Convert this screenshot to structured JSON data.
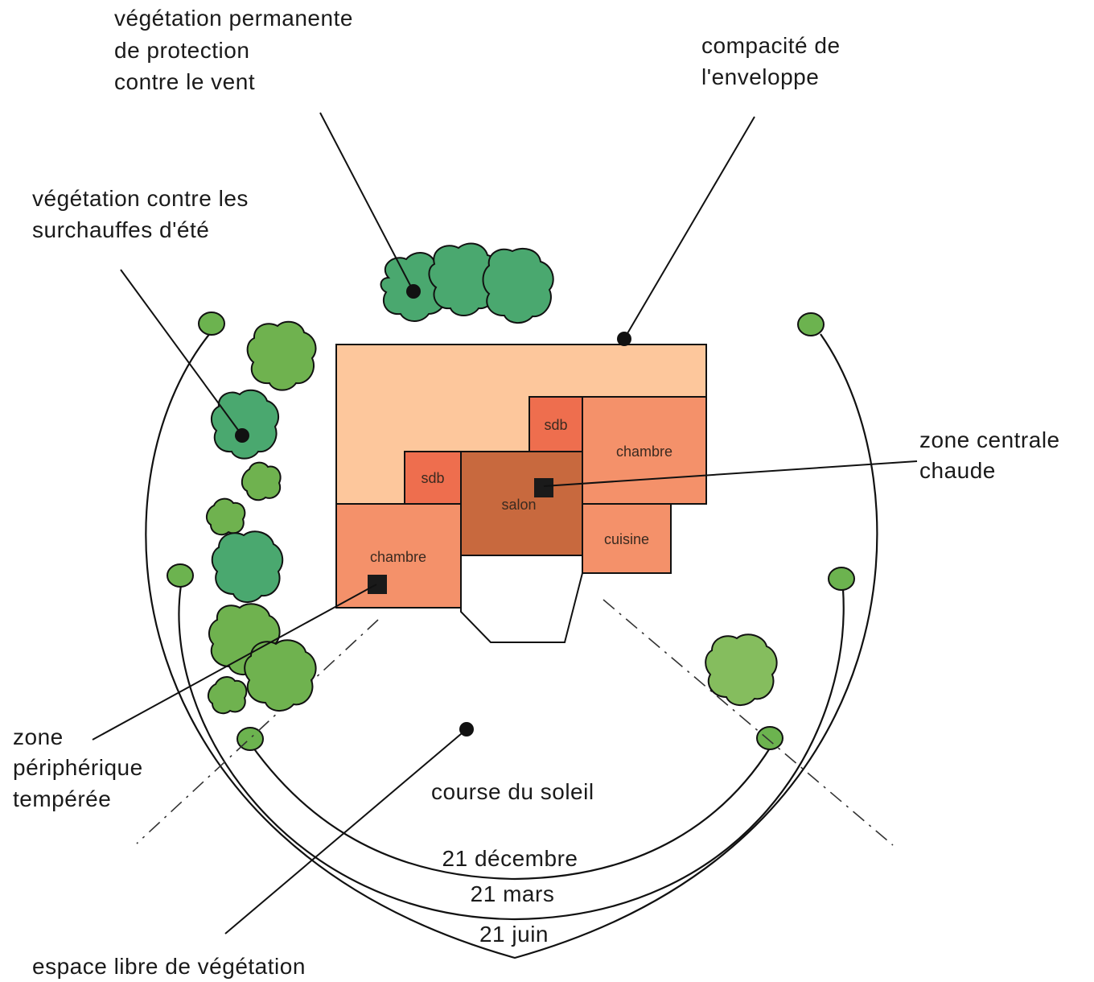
{
  "labels": {
    "vegetation_permanente": [
      "végétation permanente",
      "de protection",
      "contre le vent"
    ],
    "compacite": [
      "compacité de",
      "l'enveloppe"
    ],
    "vegetation_ete": [
      "végétation contre les",
      "surchauffes d'été"
    ],
    "zone_centrale": [
      "zone centrale",
      "chaude"
    ],
    "zone_peripherique": [
      "zone",
      "périphérique",
      "tempérée"
    ],
    "course_soleil": "course du soleil",
    "espace_libre": "espace libre de végétation",
    "sun_paths": [
      "21 décembre",
      "21 mars",
      "21 juin"
    ]
  },
  "rooms": {
    "sdb_top": "sdb",
    "chambre_right": "chambre",
    "sdb_left": "sdb",
    "salon": "salon",
    "cuisine": "cuisine",
    "chambre_left": "chambre"
  },
  "colors": {
    "envelope": "#fdc79c",
    "room_orange": "#f4916a",
    "room_red": "#ee6e4e",
    "salon": "#c8693e",
    "tree_dark": "#4aa86f",
    "tree_light": "#85bd5e"
  }
}
